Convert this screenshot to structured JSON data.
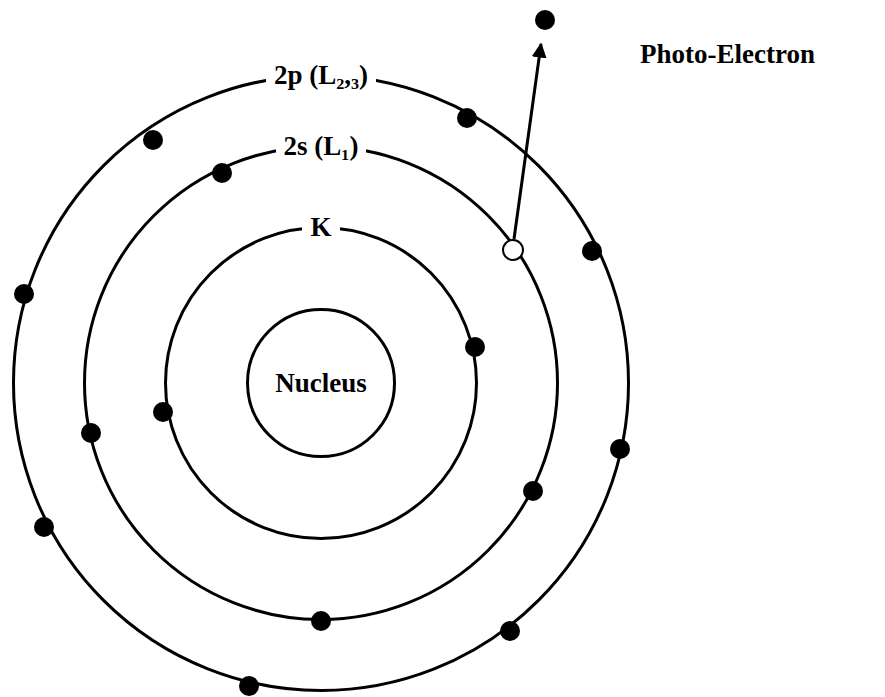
{
  "diagram": {
    "nodes": [
      {
        "text": [
          "2p (L₂,₃)"
        ]
      },
      {
        "text": [
          "2s (L₁)"
        ],
        "in": 0
      },
      {
        "text": [
          "K"
        ],
        "in": 1
      },
      {
        "text": [
          "Nucleus"
        ],
        "in": 2
      }
    ],
    "labels": [
      "Photo-Electron"
    ]
  }
}
